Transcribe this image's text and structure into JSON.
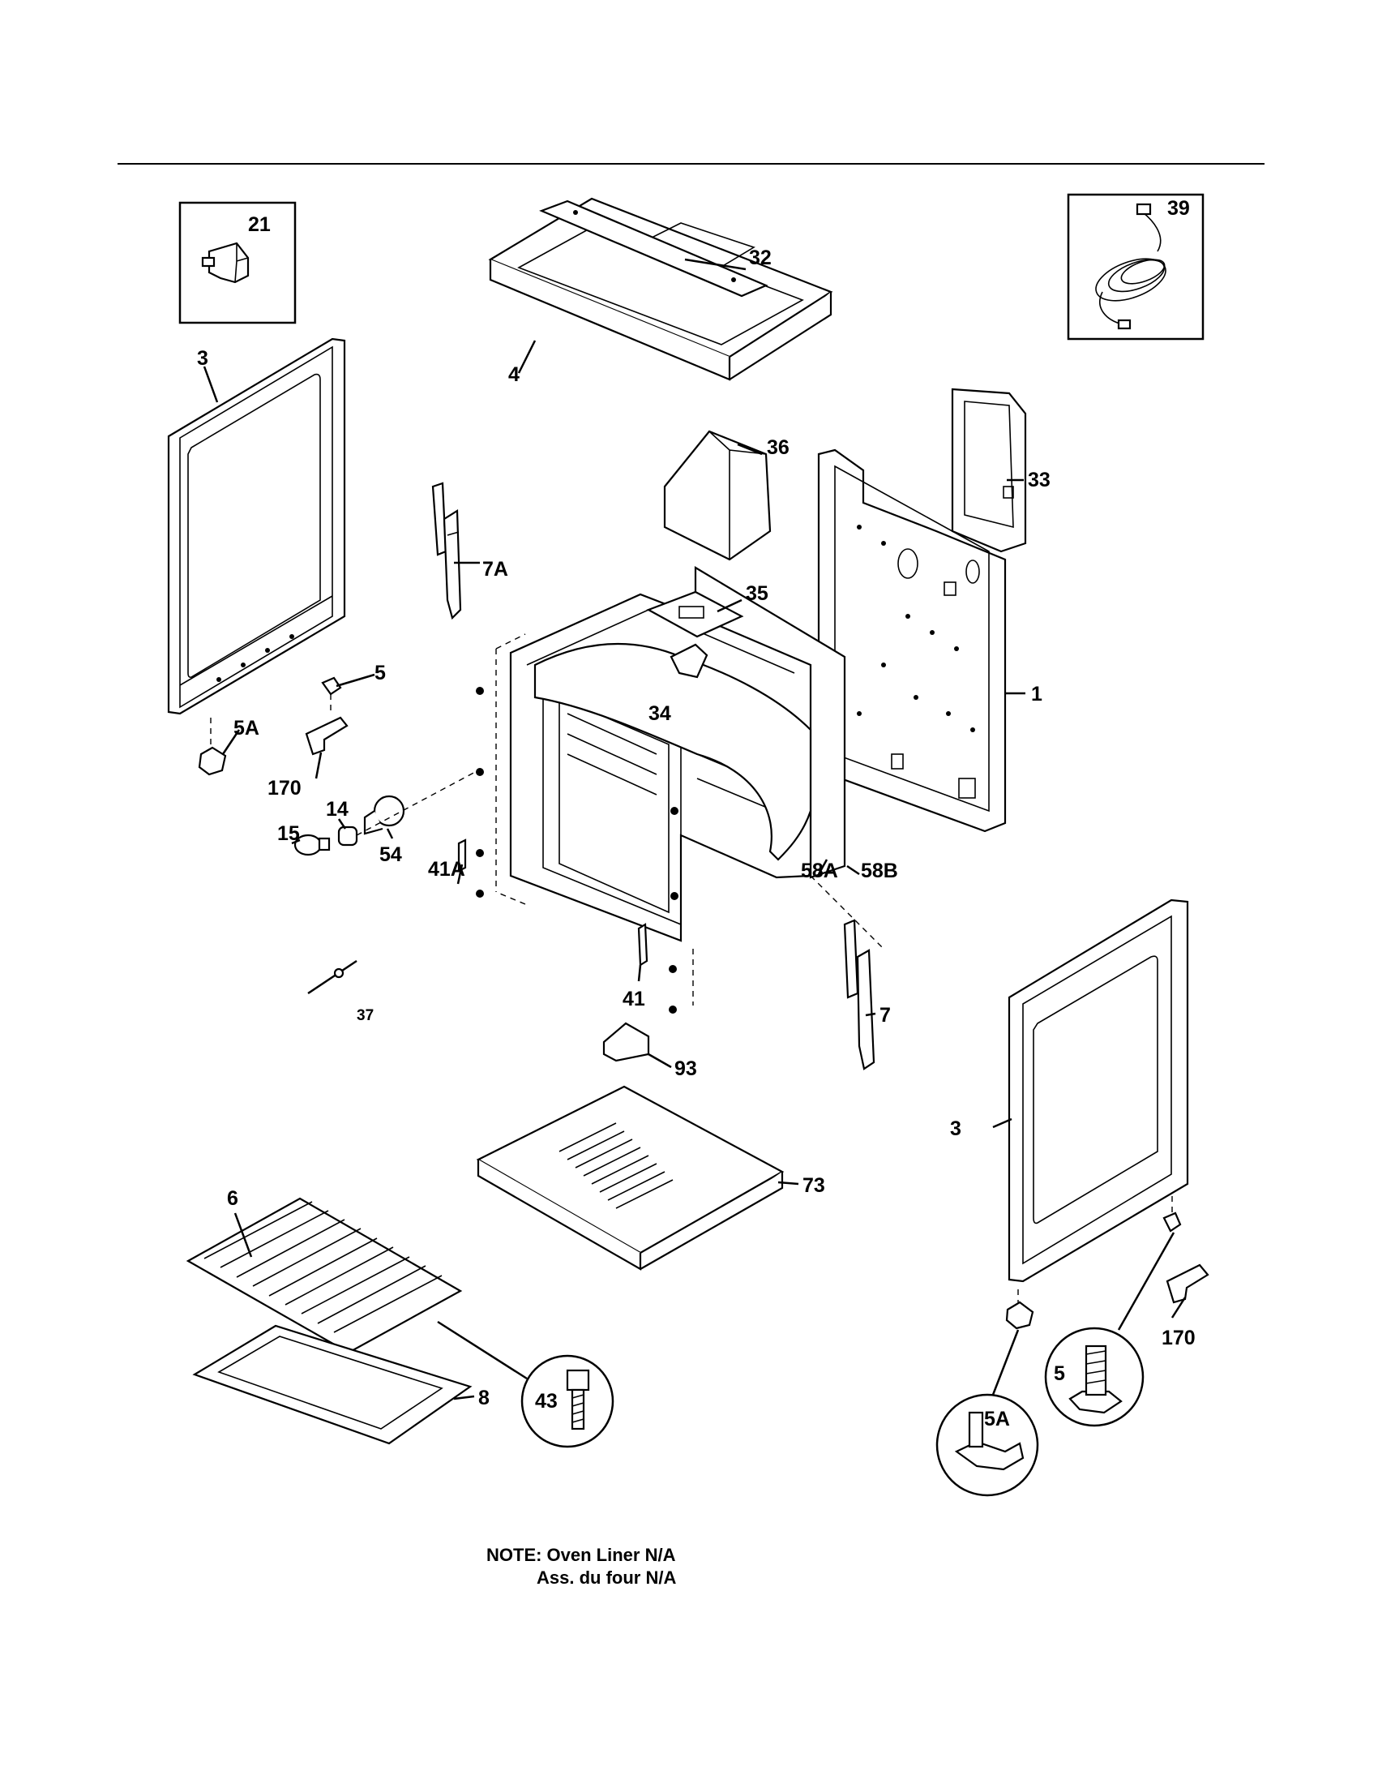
{
  "labels": {
    "p1": "1",
    "p3_left": "3",
    "p3_right": "3",
    "p4": "4",
    "p5_left": "5",
    "p5_zoom": "5",
    "p5a_left": "5A",
    "p5a_zoom": "5A",
    "p6": "6",
    "p7": "7",
    "p7a": "7A",
    "p8": "8",
    "p14": "14",
    "p15": "15",
    "p21": "21",
    "p32": "32",
    "p33": "33",
    "p34": "34",
    "p35": "35",
    "p36": "36",
    "p37": "37",
    "p39": "39",
    "p41": "41",
    "p41a": "41A",
    "p43": "43",
    "p54": "54",
    "p58a": "58A",
    "p58b": "58B",
    "p73": "73",
    "p93": "93",
    "p170_left": "170",
    "p170_right": "170"
  },
  "note": {
    "line1": "NOTE: Oven Liner N/A",
    "line2": "Ass. du four N/A"
  }
}
